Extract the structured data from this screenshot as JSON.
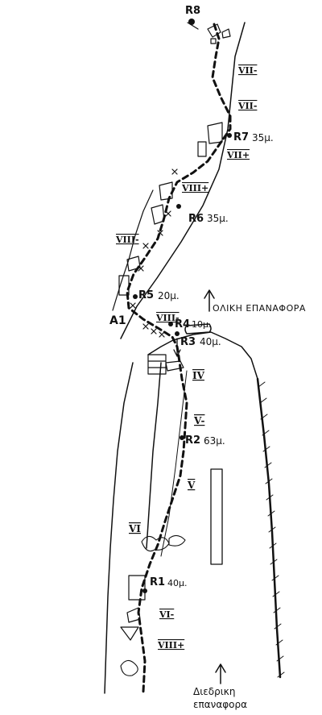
{
  "belays": [
    {
      "id": "R8",
      "label": "R8",
      "length": ""
    },
    {
      "id": "R7",
      "label": "R7",
      "length": "35μ."
    },
    {
      "id": "R6",
      "label": "R6",
      "length": "35μ."
    },
    {
      "id": "R5",
      "label": "R5",
      "length": "20μ."
    },
    {
      "id": "R4",
      "label": "R4",
      "length": "10μ."
    },
    {
      "id": "R3",
      "label": "R3",
      "length": "40μ."
    },
    {
      "id": "R2",
      "label": "R2",
      "length": "63μ."
    },
    {
      "id": "R1",
      "label": "R1",
      "length": "40μ."
    }
  ],
  "grades": {
    "g1": "VII-",
    "g2": "VII-",
    "g3": "VII+",
    "g4": "VIII+",
    "g5": "VIII-",
    "g6": "VIII-",
    "g7": "IV",
    "g8": "V-",
    "g9": "V",
    "g10": "VI",
    "g11": "VI-",
    "g12": "VIII+"
  },
  "aid": "A1",
  "notes": {
    "full_rappel": "ΟΛΙΚΗ ΕΠΑΝΑΦΟΡΑ",
    "partial_rappel_line1": "Διεδρικη",
    "partial_rappel_line2": "επαναφορα"
  }
}
